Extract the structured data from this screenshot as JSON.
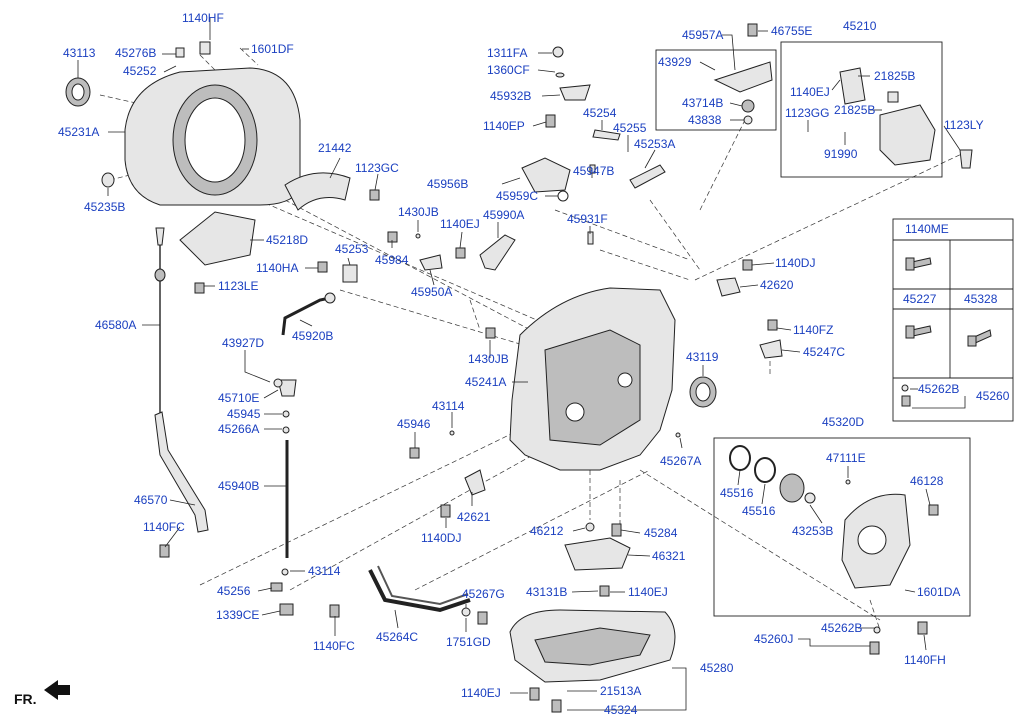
{
  "labels": {
    "p1140HF": "1140HF",
    "p43113": "43113",
    "p45276B": "45276B",
    "p1601DF": "1601DF",
    "p45252": "45252",
    "p45231A": "45231A",
    "p21442": "21442",
    "p1123GC": "1123GC",
    "p45235B": "45235B",
    "p45218D": "45218D",
    "p1140HA": "1140HA",
    "p1123LE": "1123LE",
    "p46580A": "46580A",
    "p45253a": "45253",
    "p45920B": "45920B",
    "p43927D": "43927D",
    "p45710E": "45710E",
    "p45945": "45945",
    "p45266A": "45266A",
    "p45940B": "45940B",
    "p46570": "46570",
    "p1140FCa": "1140FC",
    "p43114a": "43114",
    "p45256": "45256",
    "p1339CE": "1339CE",
    "p1140FCb": "1140FC",
    "p45264C": "45264C",
    "p1311FA": "1311FA",
    "p1360CF": "1360CF",
    "p45932B": "45932B",
    "p1140EPa": "1140EP",
    "p45956B": "45956B",
    "p45959C": "45959C",
    "p1430JBa": "1430JB",
    "p1140EJa": "1140EJ",
    "p45990A": "45990A",
    "p45984": "45984",
    "p45950A": "45950A",
    "p45254": "45254",
    "p45255": "45255",
    "p45253A": "45253A",
    "p45947B": "45947B",
    "p45931F": "45931F",
    "p45957A": "45957A",
    "p46755E": "46755E",
    "p43929": "43929",
    "p43714B": "43714B",
    "p43838": "43838",
    "p45210": "45210",
    "p1140EJb": "1140EJ",
    "p21825Ba": "21825B",
    "p1123GG": "1123GG",
    "p21825Bb": "21825B",
    "p1123LY": "1123LY",
    "p91990": "91990",
    "p1430JBb": "1430JB",
    "p45241A": "45241A",
    "p43114b": "43114",
    "p45946": "45946",
    "p1140DJa": "1140DJ",
    "p42620": "42620",
    "p1140FZ": "1140FZ",
    "p45247C": "45247C",
    "p43119": "43119",
    "p45267A": "45267A",
    "p42621": "42621",
    "p1140DJb": "1140DJ",
    "p46212": "46212",
    "p45284": "45284",
    "p46321": "46321",
    "p43131B": "43131B",
    "p1140EJc": "1140EJ",
    "p45267G": "45267G",
    "p1751GD": "1751GD",
    "p45280": "45280",
    "p1140EJd": "1140EJ",
    "p21513A": "21513A",
    "p45324": "45324",
    "p45320D": "45320D",
    "p47111E": "47111E",
    "p45516a": "45516",
    "p45516b": "45516",
    "p46128": "46128",
    "p43253B": "43253B",
    "p1601DA": "1601DA",
    "p45262Bb": "45262B",
    "p45260J": "45260J",
    "p1140FH": "1140FH",
    "fr": "FR."
  },
  "legend": {
    "header": "1140ME",
    "col1": "45227",
    "col2": "45328",
    "kit_label": "45262B",
    "kit_group": "45260"
  }
}
